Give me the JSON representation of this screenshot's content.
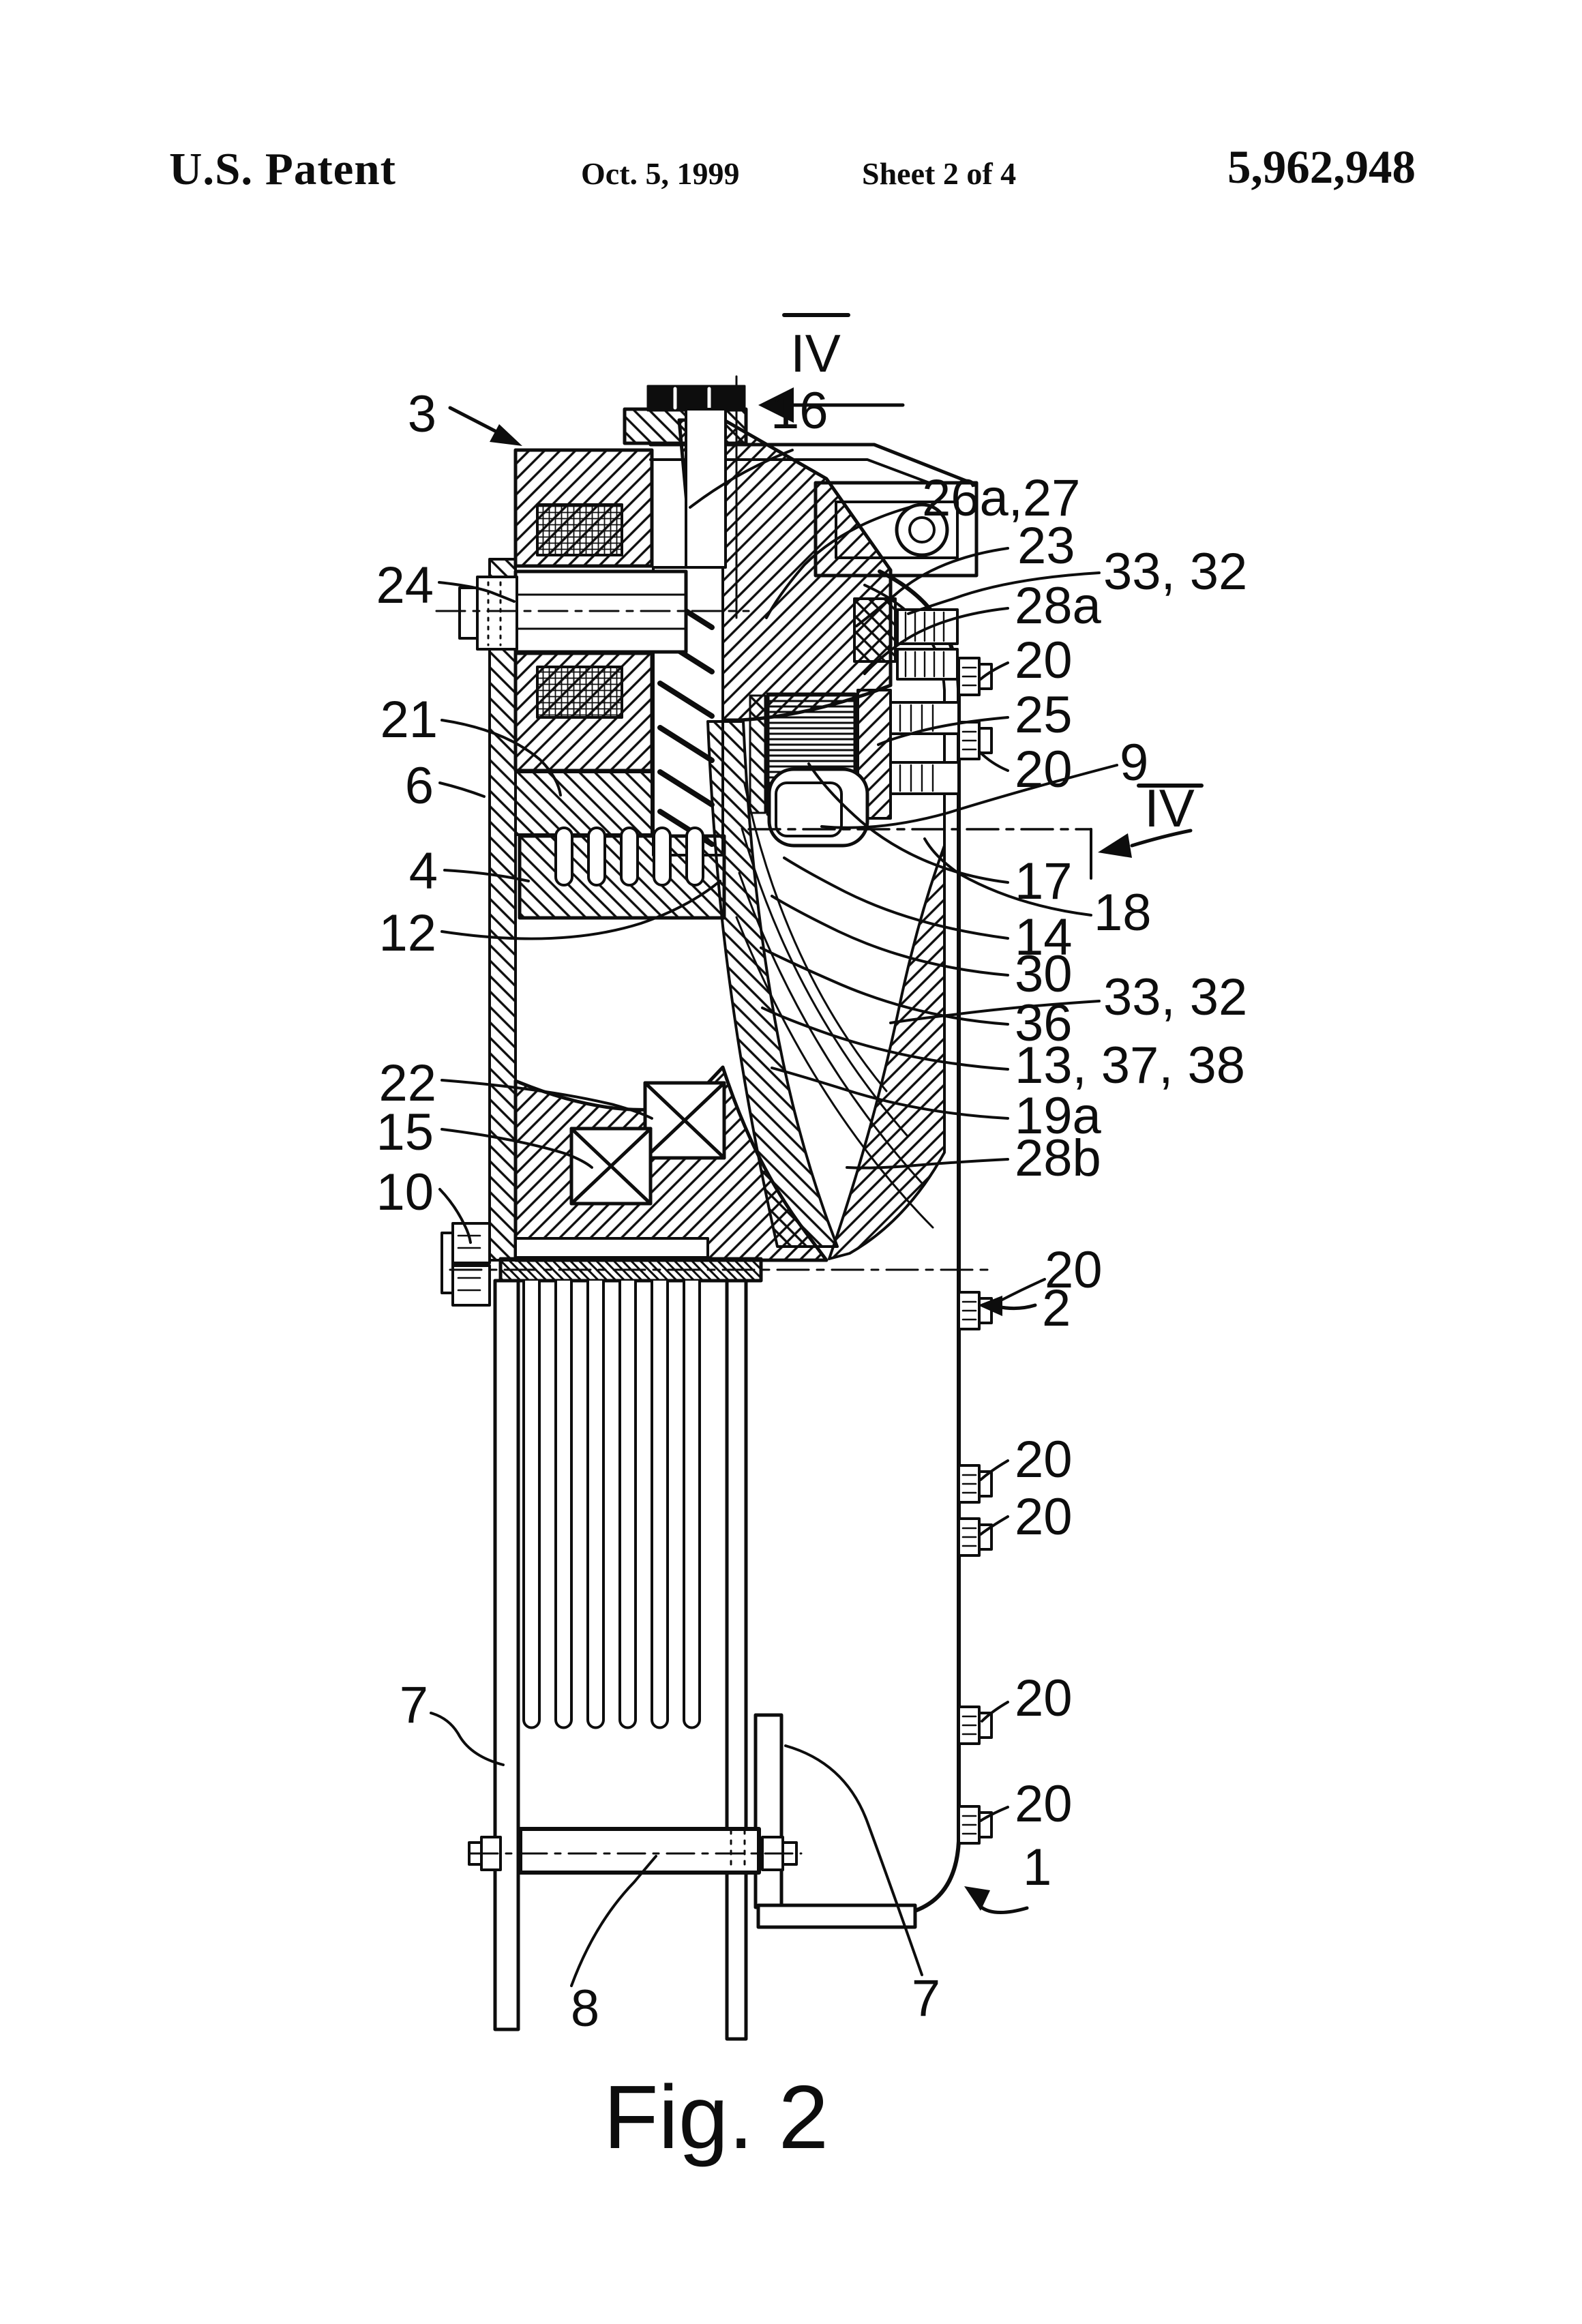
{
  "page": {
    "background": "#ffffff",
    "ink": "#0d0d0d"
  },
  "header": {
    "title": "U.S. Patent",
    "date": "Oct. 5, 1999",
    "sheet": "Sheet 2 of 4",
    "patent_number": "5,962,948"
  },
  "figure": {
    "caption": "Fig. 2",
    "section_markers": {
      "top": "IV",
      "right": "IV"
    },
    "callouts": {
      "n3": "3",
      "n16": "16",
      "n26a_27": "26a,27",
      "n23": "23",
      "n33_32_top": "33, 32",
      "n28a": "28a",
      "n20_1": "20",
      "n24": "24",
      "n25": "25",
      "n21": "21",
      "n20_2": "20",
      "n9": "9",
      "n6": "6",
      "n4": "4",
      "n17": "17",
      "n18": "18",
      "n12": "12",
      "n14": "14",
      "n30": "30",
      "n33_32_mid": "33, 32",
      "n36": "36",
      "n13_37_38": "13, 37, 38",
      "n22": "22",
      "n19a": "19a",
      "n15": "15",
      "n28b": "28b",
      "n10": "10",
      "n20_3": "20",
      "n2": "2",
      "n20_4": "20",
      "n20_5": "20",
      "n7_left": "7",
      "n20_6": "20",
      "n20_7": "20",
      "n1": "1",
      "n8": "8",
      "n7_bottom": "7"
    }
  }
}
